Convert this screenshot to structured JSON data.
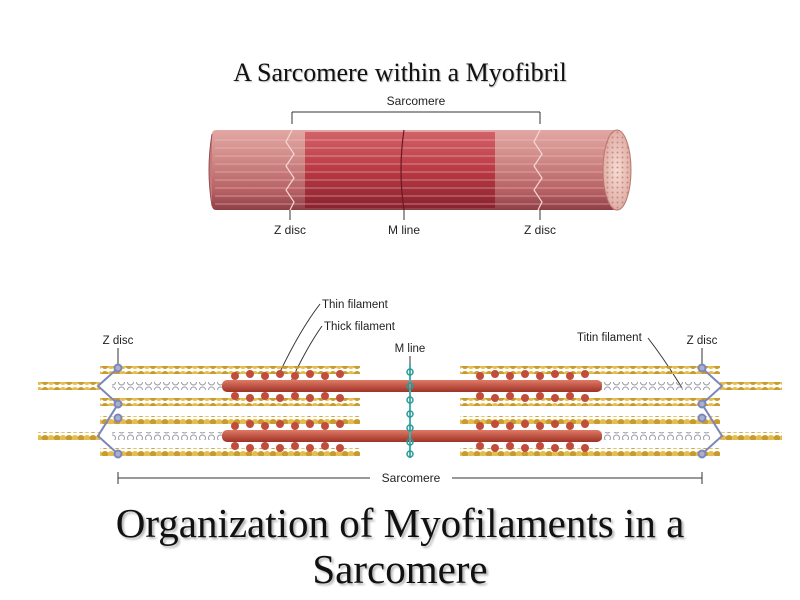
{
  "top_title": "A Sarcomere within a Myofibril",
  "main_title": {
    "line1": "Organization of Myofilaments in a",
    "line2": "Sarcomere"
  },
  "myofibril_labels": {
    "sarcomere": "Sarcomere",
    "z_disc_left": "Z disc",
    "m_line": "M line",
    "z_disc_right": "Z disc"
  },
  "filament_labels": {
    "thin_filament": "Thin filament",
    "thick_filament": "Thick filament",
    "m_line": "M line",
    "titin_filament": "Titin filament",
    "z_disc_left": "Z disc",
    "z_disc_right": "Z disc",
    "sarcomere": "Sarcomere"
  },
  "colors": {
    "myofibril": "#c9767a",
    "a_band": "#b8323e",
    "actin": "#d8b24a",
    "myosin": "#c24c3c",
    "titin": "#9a9aa8",
    "m_line": "#3fb3b0"
  }
}
